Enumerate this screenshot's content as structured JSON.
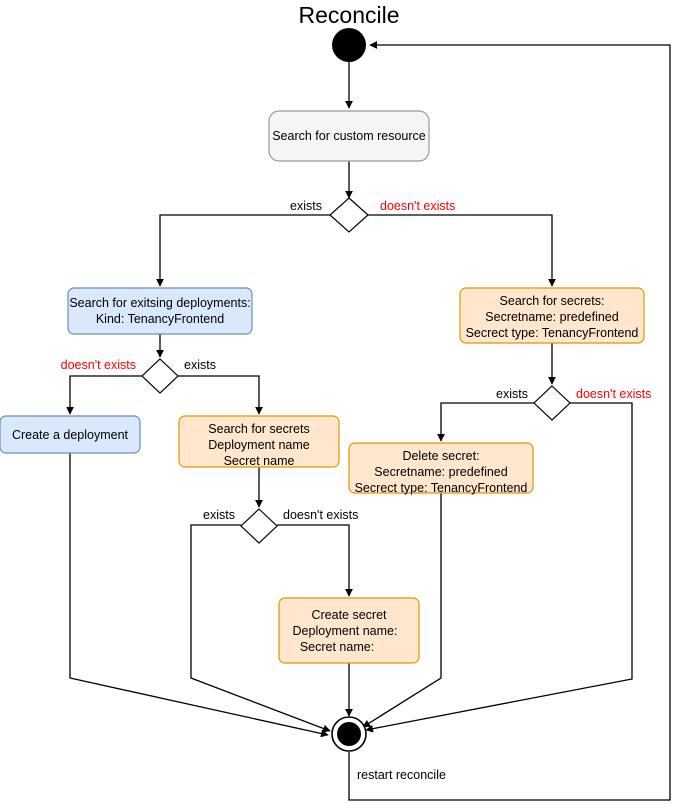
{
  "diagram": {
    "title": "Reconcile",
    "type": "activity-flowchart",
    "colors": {
      "blue_fill": "#dae8fc",
      "blue_stroke": "#6c8ebf",
      "orange_fill": "#ffe6cc",
      "orange_stroke": "#d79b00",
      "grey_fill": "#f5f5f5",
      "grey_stroke": "#999999",
      "edge": "#000000",
      "label_negative": "#ff0000"
    },
    "nodes": {
      "start": {
        "label": "Reconcile",
        "kind": "start-node"
      },
      "search_cr": {
        "line1": "Search for custom resource",
        "kind": "process-grey"
      },
      "d1": {
        "kind": "decision",
        "yes": "exists",
        "no": "doesn't exists"
      },
      "search_deployments": {
        "line1": "Search for exitsing deployments:",
        "line2": "Kind: TenancyFrontend",
        "kind": "process-blue"
      },
      "search_secrets_right": {
        "line1": "Search for secrets:",
        "line2": "Secretname: predefined",
        "line3": "Secrect type: TenancyFrontend",
        "kind": "process-orange"
      },
      "d2": {
        "kind": "decision",
        "yes": "exists",
        "no": "doesn't exists"
      },
      "d3": {
        "kind": "decision",
        "yes": "exists",
        "no": "doesn't exists"
      },
      "create_deployment": {
        "line1": "Create a deployment",
        "kind": "process-blue"
      },
      "search_secrets_mid": {
        "line1": "Search for secrets",
        "line2": "Deployment name",
        "line3": "Secret name",
        "kind": "process-orange"
      },
      "delete_secret": {
        "line1": "Delete secret:",
        "line2": "Secretname: predefined",
        "line3": "Secrect type: TenancyFrontend",
        "kind": "process-orange"
      },
      "d4": {
        "kind": "decision",
        "yes": "exists",
        "no": "doesn't exists"
      },
      "create_secret": {
        "line1": "Create secret",
        "line2": "Deployment name:",
        "line3": "Secret name:",
        "kind": "process-orange"
      },
      "end": {
        "label": "restart reconcile",
        "kind": "end-node"
      }
    },
    "edge_labels": {
      "d1_exists": "exists",
      "d1_not_exists": "doesn't exists",
      "d2_not_exists": "doesn't exists",
      "d2_exists": "exists",
      "d3_exists": "exists",
      "d3_not_exists": "doesn't exists",
      "d4_exists": "exists",
      "d4_not_exists": "doesn't exists",
      "restart": "restart reconcile"
    }
  }
}
